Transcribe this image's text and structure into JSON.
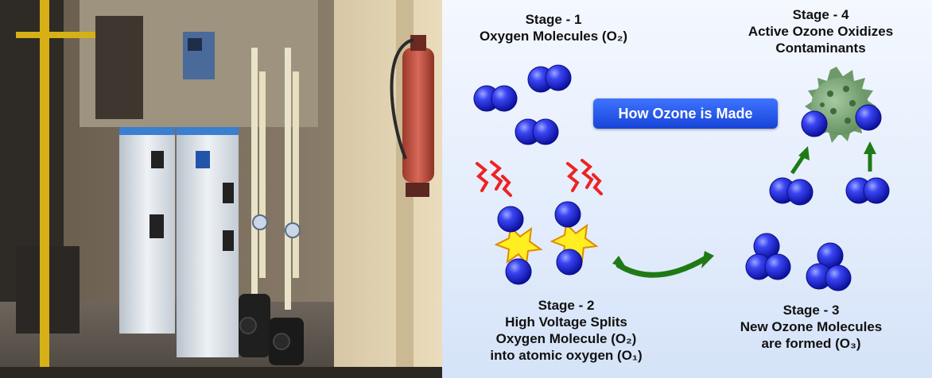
{
  "diagram": {
    "title": "How Ozone is Made",
    "stage1": {
      "heading": "Stage - 1",
      "line1": "Oxygen Molecules (O₂)"
    },
    "stage2": {
      "heading": "Stage - 2",
      "line1": "High Voltage Splits",
      "line2": "Oxygen Molecule (O₂)",
      "line3": "into atomic oxygen (O₁)"
    },
    "stage3": {
      "heading": "Stage - 3",
      "line1": "New Ozone Molecules",
      "line2": "are formed (O₃)"
    },
    "stage4": {
      "heading": "Stage - 4",
      "line1": "Active Ozone Oxidizes",
      "line2": "Contaminants"
    }
  },
  "colors": {
    "molecule": "#2a2fe0",
    "badge": "#2255ee",
    "arrow": "#1f7a16",
    "spark": "#ffee22",
    "lightning": "#ee2222",
    "contaminant": "#7aaa77"
  }
}
